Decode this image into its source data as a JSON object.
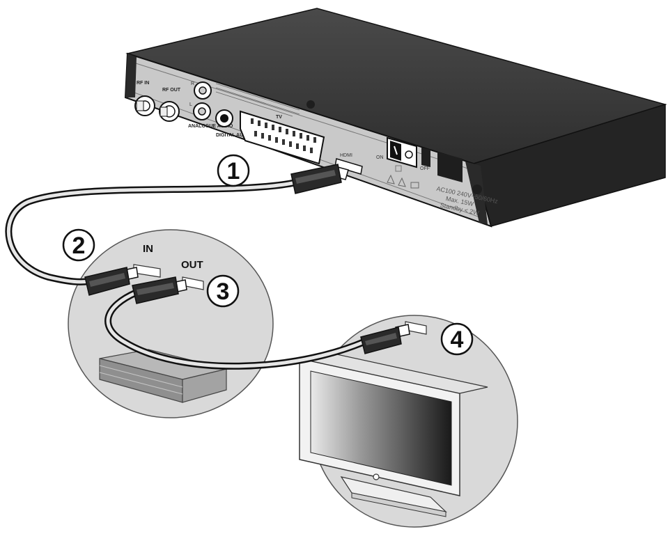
{
  "callouts": [
    "1",
    "2",
    "3",
    "4"
  ],
  "receiver_rear_panel": {
    "rf_in": "RF IN",
    "rf_out": "RF OUT",
    "analogue_audio": "ANALOGUE AUDIO",
    "digital_audio": "DIGITAL AUDIO",
    "scart": "TV",
    "hdmi": "HDMI",
    "switch_on": "ON",
    "switch_off": "OFF",
    "ch_r": "R",
    "ch_l": "L",
    "power_spec_line1": "AC100 240V~50/60Hz",
    "power_spec_line2": "Max. 15W",
    "power_spec_line3": "Standby < 2W"
  },
  "intermediate_device": {
    "in_label": "IN",
    "out_label": "OUT"
  }
}
